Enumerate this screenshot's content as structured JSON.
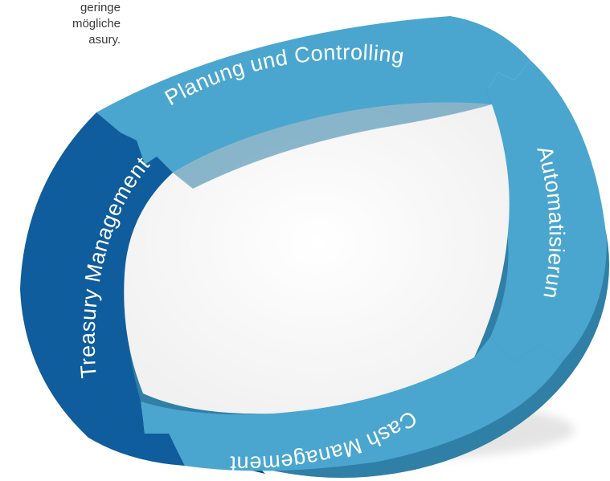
{
  "intro_text": {
    "line1": "geringe",
    "line2": "mögliche",
    "line3": "asury."
  },
  "segments": [
    {
      "id": "planung",
      "label": "Planung und Controlling",
      "color": "#4aa6cf"
    },
    {
      "id": "automatisierung",
      "label": "Automatisierung",
      "color": "#4aa6cf"
    },
    {
      "id": "cash",
      "label": "Cash Management",
      "color": "#4aa6cf"
    },
    {
      "id": "treasury",
      "label": "Treasury Management",
      "color": "#0f5d9c"
    }
  ]
}
